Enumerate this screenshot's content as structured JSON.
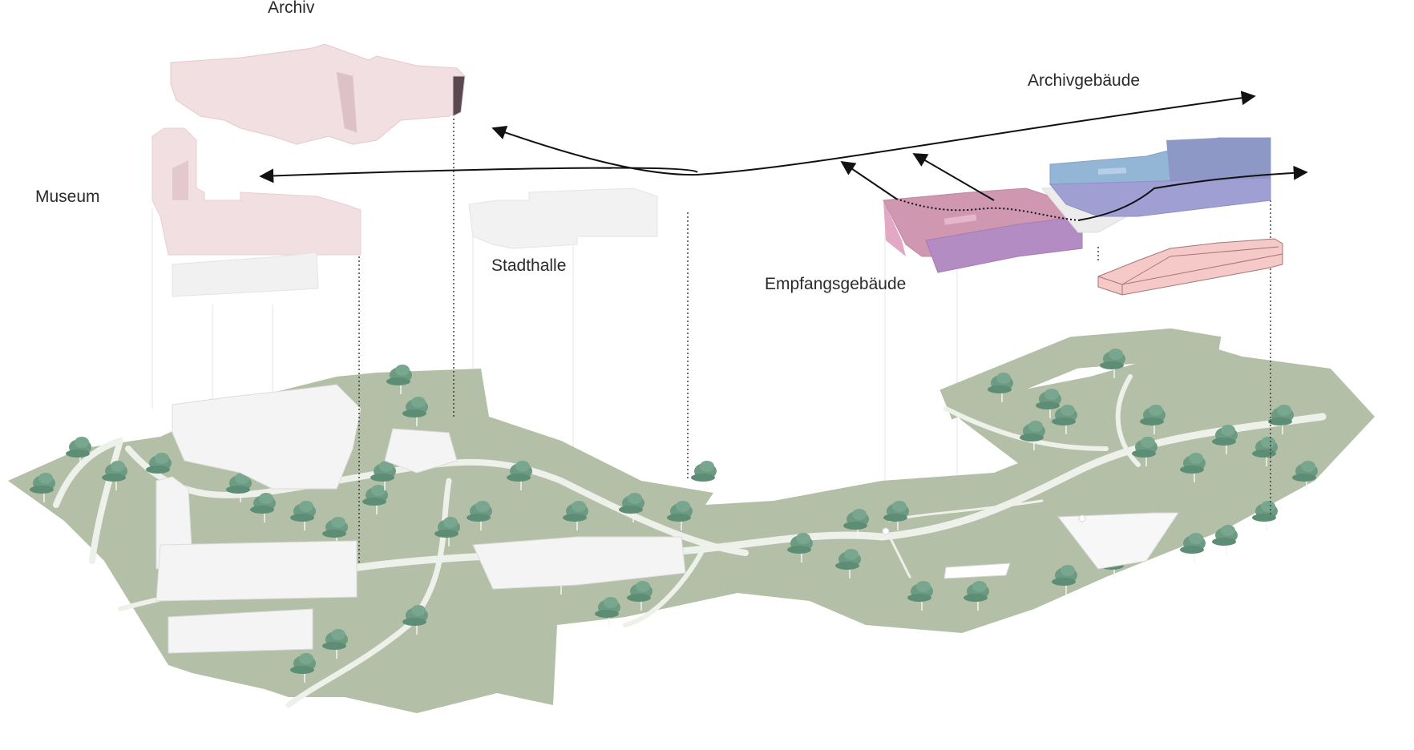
{
  "diagram": {
    "labels": {
      "archiv": "Archiv",
      "museum": "Museum",
      "stadthalle": "Stadthalle",
      "empfangsgebaeude": "Empfangsgebäude",
      "archivgebaeude": "Archivgebäude"
    },
    "colors": {
      "ground": "#b3bfa6",
      "path": "#eef0ea",
      "tree": "#6c9a82",
      "existing_pink": "#f2dfe2",
      "existing_white": "#f3f3f3",
      "empfang_pink": "#cf97b0",
      "empfang_purple": "#b48cc4",
      "archiv_blue": "#93b6d6",
      "archiv_slate": "#8d98c6",
      "ramp_pink": "#f6c9c9",
      "arrow": "#111111"
    }
  }
}
